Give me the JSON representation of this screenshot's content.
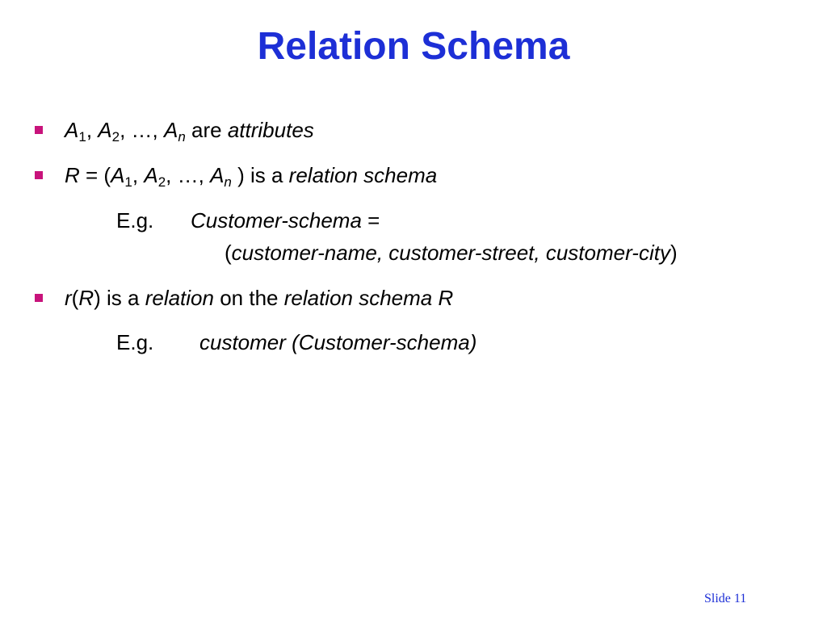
{
  "title": "Relation Schema",
  "colors": {
    "title": "#1d2fd6",
    "bullet": "#c8137b",
    "footer": "#1d2fd6"
  },
  "bullets": [
    {
      "attr_a": "A",
      "sub_1": "1",
      "sep_1": ", ",
      "sub_2": "2",
      "ellipsis": ", …, ",
      "sub_n": "n",
      "are": " are ",
      "attributes": "attributes"
    },
    {
      "r": "R",
      "equals_paren": " = (",
      "attr_a": "A",
      "sub_1": "1",
      "sep_1": ", ",
      "sub_2": "2",
      "ellipsis": ", …, ",
      "sub_n": "n",
      "close_is_a": " ) is a ",
      "relation_schema": "relation schema",
      "example_prefix": "E.g.",
      "example_name": "Customer-schema",
      "example_equals": " =",
      "example_open": "(",
      "example_attrs": "customer-name, customer-street, customer-city",
      "example_close": ")"
    },
    {
      "r_lower": "r",
      "open": "(",
      "r_upper": "R",
      "close_is_a": ") is a ",
      "relation": "relation",
      "on_the": " on the ",
      "relation_schema_r": "relation schema R",
      "example_prefix": "E.g.",
      "example_text": "customer (Customer-schema)"
    }
  ],
  "footer": "Slide 11"
}
